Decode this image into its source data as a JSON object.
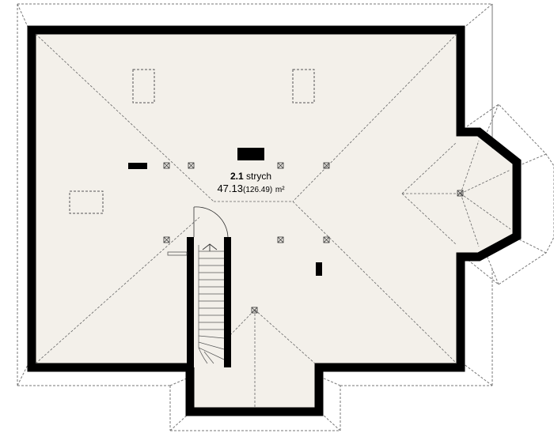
{
  "room": {
    "number": "2.1",
    "name": "strych",
    "area": "47.13",
    "area_total": "(126.49)",
    "unit": "m²"
  },
  "colors": {
    "floor": "#f3f0ea",
    "wall": "#000000",
    "background": "#ffffff",
    "dashed_line": "#666666"
  }
}
